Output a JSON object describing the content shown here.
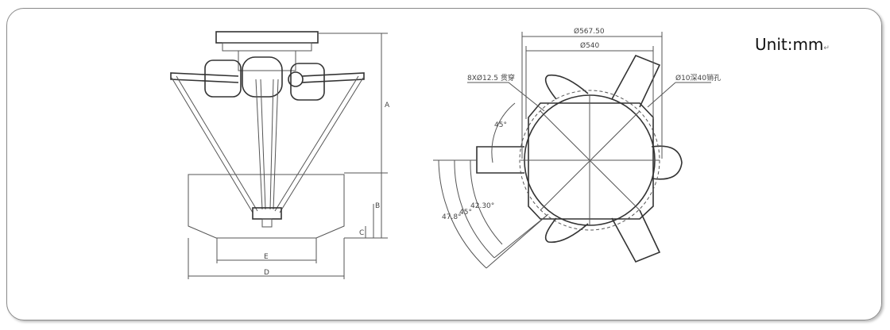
{
  "unit_label": "Unit:mm",
  "return_mark": "↵",
  "side_view": {
    "dims": {
      "A": "A",
      "B": "B",
      "C": "C",
      "D": "D",
      "E": "E"
    }
  },
  "top_view": {
    "outer_diameter": "Ø567.50",
    "inner_diameter": "Ø540",
    "hole_note_left": "8XØ12.5 贯穿",
    "hole_note_right": "Ø10深40销孔",
    "angles": [
      "45°",
      "45°",
      "42.30°",
      "47.8°"
    ]
  }
}
